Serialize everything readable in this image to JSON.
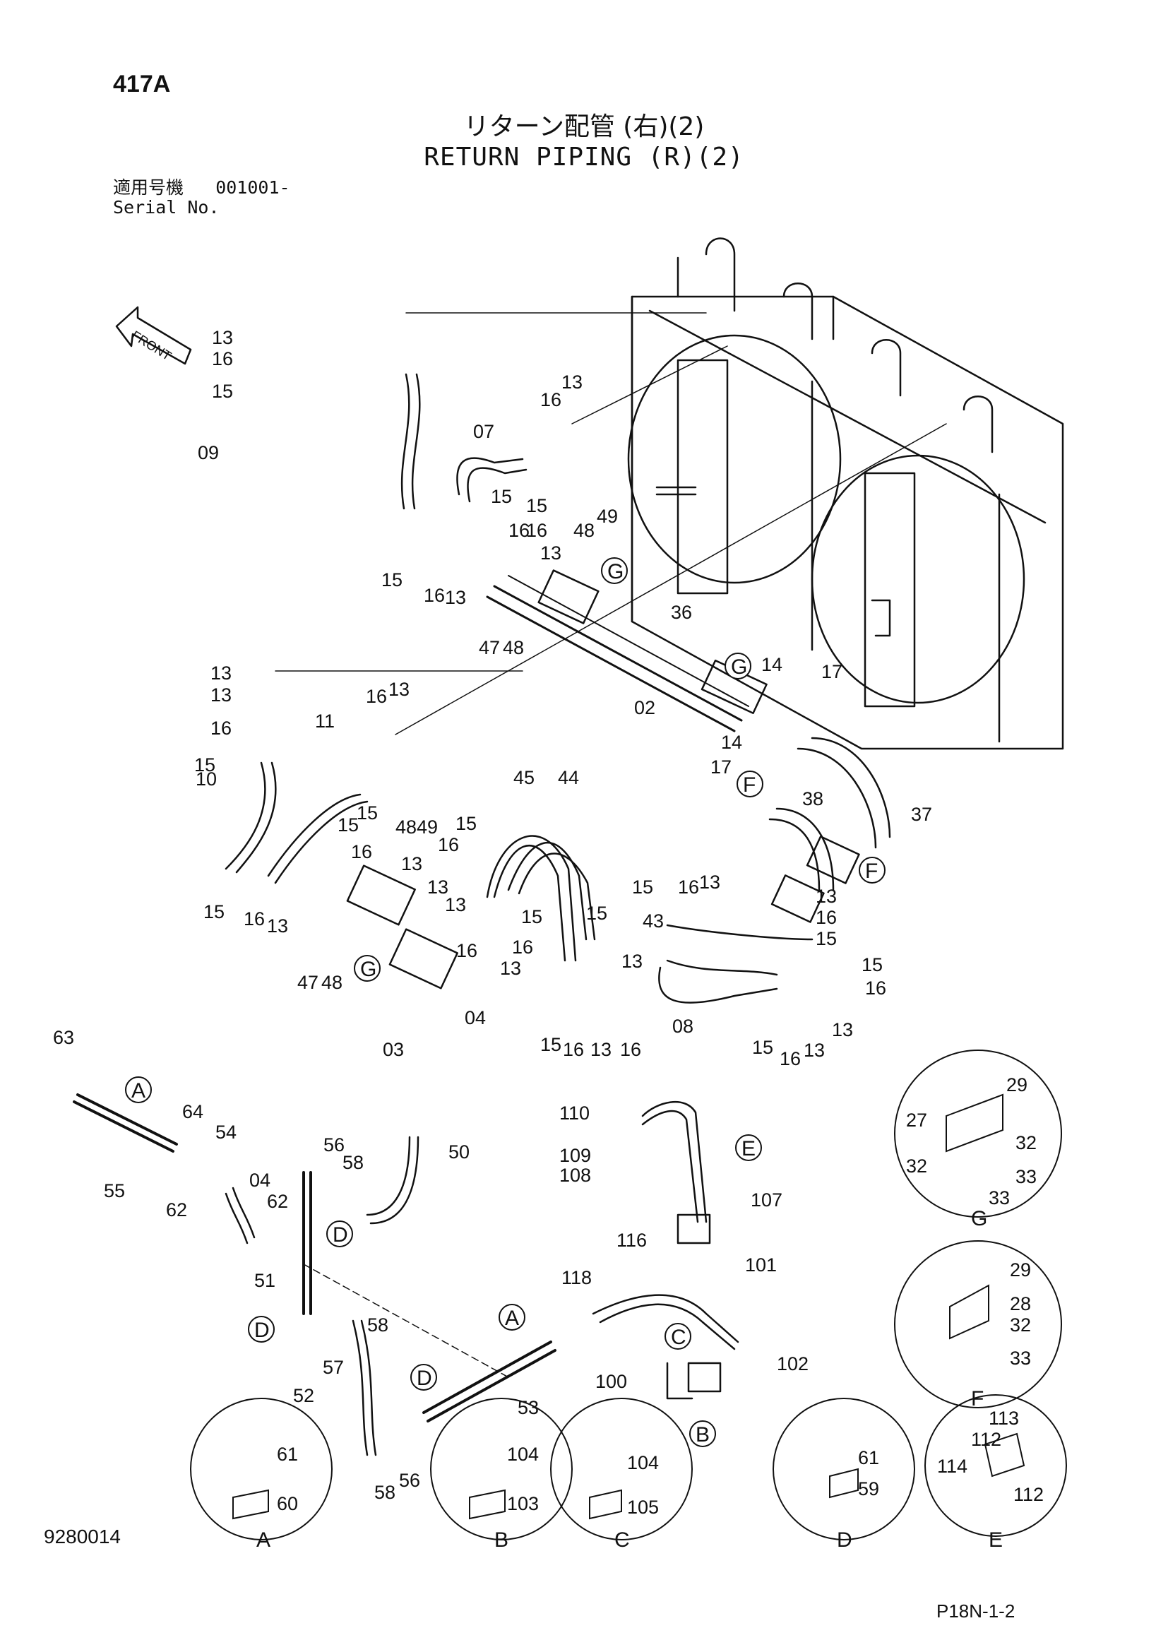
{
  "header": {
    "page_code": "417A",
    "title_jp": "リターン配管 (右)(2)",
    "title_en": "RETURN PIPING (R)(2)",
    "serial_label_jp": "適用号機",
    "serial_value": "001001-",
    "serial_label_en": "Serial No."
  },
  "direction_label": "FRONT",
  "callouts": {
    "upper_left": [
      "13",
      "16",
      "15",
      "09",
      "16",
      "13",
      "07",
      "15",
      "15",
      "16",
      "15",
      "16",
      "13",
      "16",
      "13",
      "48",
      "49",
      "47",
      "48"
    ],
    "upper_center": [
      "13",
      "36",
      "02",
      "14",
      "14",
      "17",
      "17",
      "38",
      "37"
    ],
    "middle_left": [
      "13",
      "16",
      "15",
      "11",
      "10",
      "16",
      "13",
      "15",
      "15",
      "16",
      "15",
      "16",
      "13"
    ],
    "middle": [
      "48",
      "49",
      "13",
      "15",
      "16",
      "45",
      "44",
      "13",
      "15",
      "16",
      "47",
      "48",
      "13",
      "16",
      "13",
      "04",
      "03"
    ],
    "middle_right": [
      "15",
      "16",
      "13",
      "13",
      "16",
      "15",
      "43",
      "15",
      "15",
      "13",
      "16",
      "08",
      "15",
      "16",
      "13",
      "15",
      "16",
      "13",
      "16",
      "13"
    ],
    "lower_left": [
      "63",
      "64",
      "54",
      "55",
      "62",
      "56",
      "58",
      "04",
      "62",
      "51",
      "58",
      "57",
      "52",
      "56",
      "58",
      "50",
      "53"
    ],
    "lower_right": [
      "110",
      "109",
      "108",
      "107",
      "101",
      "116",
      "118",
      "102",
      "100"
    ]
  },
  "detail_views": [
    {
      "letter": "A",
      "parts": [
        "61",
        "60"
      ]
    },
    {
      "letter": "B",
      "parts": [
        "104",
        "103"
      ]
    },
    {
      "letter": "C",
      "parts": [
        "104",
        "105"
      ]
    },
    {
      "letter": "D",
      "parts": [
        "61",
        "59"
      ]
    },
    {
      "letter": "E",
      "parts": [
        "113",
        "112",
        "114",
        "112"
      ]
    },
    {
      "letter": "F",
      "parts": [
        "29",
        "28",
        "32",
        "33"
      ]
    },
    {
      "letter": "G",
      "parts": [
        "27",
        "29",
        "32",
        "32",
        "33",
        "33"
      ]
    }
  ],
  "footer": {
    "drawing_number": "9280014",
    "page_ref": "P18N-1-2"
  }
}
